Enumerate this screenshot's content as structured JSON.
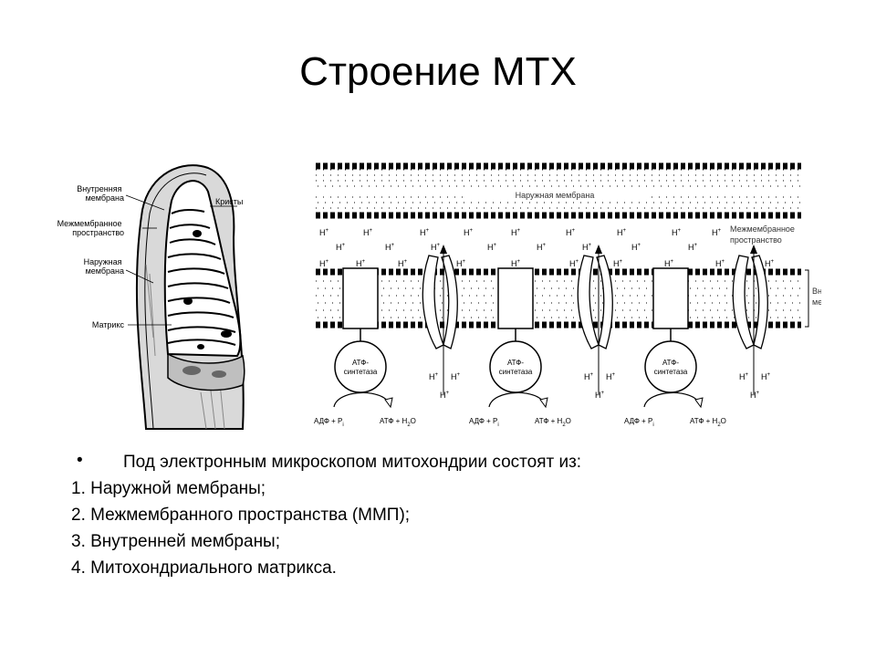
{
  "slide": {
    "title": "Строение МТХ"
  },
  "left_diagram": {
    "labels": {
      "inner_membrane": [
        "Внутренняя",
        "мембрана"
      ],
      "intermembrane_space": [
        "Межмембранное",
        "пространство"
      ],
      "outer_membrane": [
        "Наружная",
        "мембрана"
      ],
      "matrix": "Матрикс",
      "cristae": "Кристы"
    }
  },
  "right_diagram": {
    "outer_membrane_label": "Наружная мембрана",
    "intermembrane_label": [
      "Межмембранное",
      "пространство"
    ],
    "inner_membrane_label": [
      "Внутренняя",
      "мембрана"
    ],
    "proton": "H",
    "proton_charge": "+",
    "synthase_label": [
      "АТФ-",
      "синтетаза"
    ],
    "adp_label": "АДФ + P",
    "adp_sub": "i",
    "atp_label": "АТФ + H",
    "atp_sub": "2",
    "atp_tail": "O"
  },
  "body_text": {
    "bullet": "•",
    "intro": "Под электронным микроскопом  митохондрии состоят из:",
    "items": [
      "1. Наружной мембраны;",
      "2. Межмембранного пространства (ММП);",
      "3. Внутренней мембраны;",
      "4. Митохондриального матрикса."
    ]
  }
}
